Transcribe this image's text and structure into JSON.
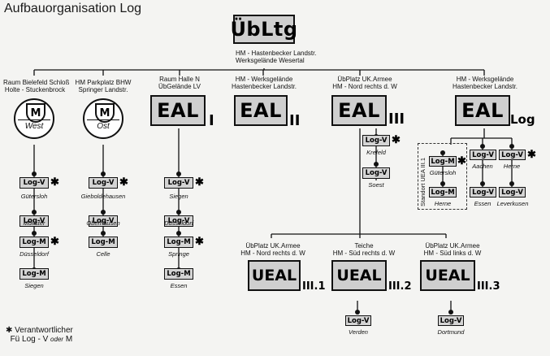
{
  "title": "Aufbauorganisation Log",
  "top": {
    "label": "ÜbLtg",
    "caption_line1": "HM - Hastenbecker Landstr.",
    "caption_line2": "Werksgelände Wesertal"
  },
  "columns": {
    "west": {
      "caption_line1": "Raum Bielefeld Schloß",
      "caption_line2": "Holte - Stuckenbrock",
      "m_letter": "M",
      "name": "West",
      "units": [
        {
          "label": "Log-V",
          "city": "Gütersloh",
          "star": "✱"
        },
        {
          "label": "Log-V",
          "city": "Münster"
        },
        {
          "label": "Log-M",
          "city": "Düsseldorf",
          "star": "✱"
        },
        {
          "label": "Log-M",
          "city": "Siegen"
        }
      ]
    },
    "ost": {
      "caption_line1": "HM Parkplatz BHW",
      "caption_line2": "Springer Landstr.",
      "m_letter": "M",
      "name": "Ost",
      "units": [
        {
          "label": "Log-V",
          "city": "Gieboldehausen",
          "star": "✱"
        },
        {
          "label": "Log-V",
          "city": "Oberhausen"
        },
        {
          "label": "Log-M",
          "city": "Celle"
        }
      ]
    },
    "eal1": {
      "caption_line1": "Raum Halle N",
      "caption_line2": "ÜbGelände LV",
      "label": "EAL",
      "roman": "I",
      "units": [
        {
          "label": "Log-V",
          "city": "Siegen",
          "star": "✱"
        },
        {
          "label": "Log-V",
          "city": "Düsseldorf"
        },
        {
          "label": "Log-M",
          "city": "Springe",
          "star": "✱"
        },
        {
          "label": "Log-M",
          "city": "Essen"
        }
      ]
    },
    "eal2": {
      "caption_line1": "HM - Werksgelände",
      "caption_line2": "Hastenbecker Landstr.",
      "label": "EAL",
      "roman": "II"
    },
    "eal3": {
      "caption_line1": "ÜbPlatz UK.Armee",
      "caption_line2": "HM - Nord rechts d. W",
      "label": "EAL",
      "roman": "III",
      "units": [
        {
          "label": "Log-V",
          "city": "Krefeld",
          "star": "✱"
        },
        {
          "label": "Log-V",
          "city": "Soest"
        }
      ],
      "subunits": [
        {
          "caption_line1": "ÜbPlatz UK.Armee",
          "caption_line2": "HM - Nord rechts d. W",
          "label": "UEAL",
          "roman": "III.1"
        },
        {
          "caption_line1": "Teiche",
          "caption_line2": "HM - Süd rechts d. W",
          "label": "UEAL",
          "roman": "III.2",
          "unit": {
            "label": "Log-V",
            "city": "Verden"
          }
        },
        {
          "caption_line1": "ÜbPlatz UK.Armee",
          "caption_line2": "HM - Süd links d. W",
          "label": "UEAL",
          "roman": "III.3",
          "unit": {
            "label": "Log-V",
            "city": "Dortmund"
          }
        }
      ]
    },
    "eallog": {
      "caption_line1": "HM - Werksgelände",
      "caption_line2": "Hastenbecker Landstr.",
      "label": "EAL",
      "suffix": "Log",
      "standort": "Standort UEA III.1",
      "standort_units": [
        {
          "label": "Log-M",
          "city": "Gütersloh",
          "star": "✱"
        },
        {
          "label": "Log-M",
          "city": "Herne"
        }
      ],
      "units": [
        {
          "label": "Log-V",
          "city": "Aachen"
        },
        {
          "label": "Log-V",
          "city": "Herne",
          "star": "✱"
        },
        {
          "label": "Log-V",
          "city": "Essen"
        },
        {
          "label": "Log-V",
          "city": "Leverkusen"
        }
      ]
    }
  },
  "legend": {
    "star": "✱",
    "line1": "Verantwortlicher",
    "line2a": "Fü Log - V",
    "oder": "oder",
    "line2b": "M"
  }
}
